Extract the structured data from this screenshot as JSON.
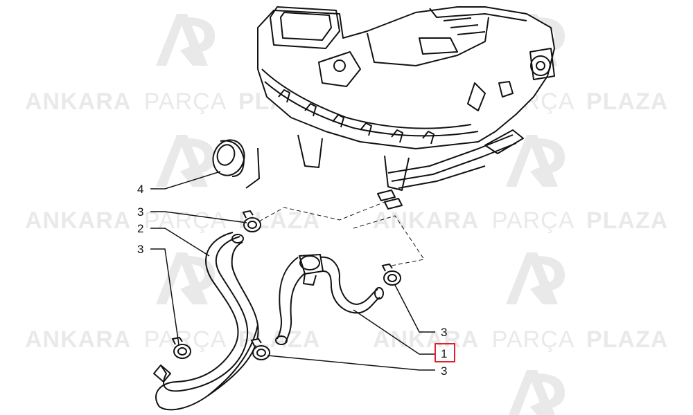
{
  "watermark": {
    "word1": "ANKARA",
    "word2": "PARÇA",
    "word3": "PLAZA",
    "logo": "AP",
    "color": "#e9e9e9"
  },
  "callouts": [
    {
      "number": "4",
      "highlighted": false
    },
    {
      "number": "3",
      "highlighted": false
    },
    {
      "number": "2",
      "highlighted": false
    },
    {
      "number": "3",
      "highlighted": false
    },
    {
      "number": "3",
      "highlighted": false
    },
    {
      "number": "1",
      "highlighted": true
    },
    {
      "number": "3",
      "highlighted": false
    }
  ],
  "colors": {
    "line": "#111111",
    "highlight": "#e0202a",
    "background": "#ffffff"
  }
}
